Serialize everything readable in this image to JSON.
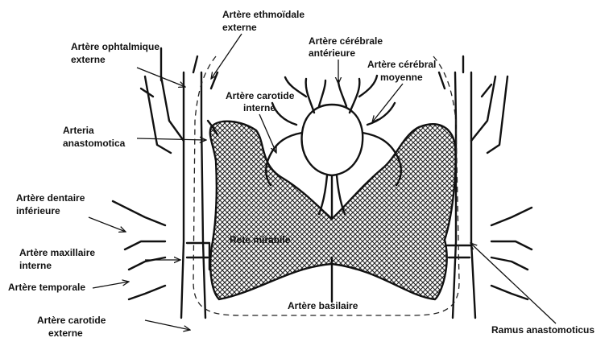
{
  "labels": {
    "ophtalmique": [
      "Artère ophtalmique",
      "externe"
    ],
    "ethmoidale": [
      "Artère ethmoïdale",
      "externe"
    ],
    "cerebrale_anterieure": [
      "Artère cérébrale",
      "antérieure"
    ],
    "cerebral_moyenne": [
      "Artère cérébral",
      "moyenne"
    ],
    "carotide_interne": [
      "Artère carotide",
      "interne"
    ],
    "arteria_anastomotica": [
      "Arteria",
      "anastomotica"
    ],
    "dentaire": [
      "Artère dentaire",
      "inférieure"
    ],
    "maxillaire": [
      "Artère maxillaire",
      "interne"
    ],
    "temporale": "Artère temporale",
    "carotide_externe": [
      "Artère carotide",
      "externe"
    ],
    "rete_mirabile": "Rete mirabile",
    "basilaire": "Artère basilaire",
    "ramus": "Ramus anastomoticus"
  },
  "colors": {
    "ink": "#111111",
    "background": "#ffffff",
    "rete_hatch": "#222222"
  }
}
